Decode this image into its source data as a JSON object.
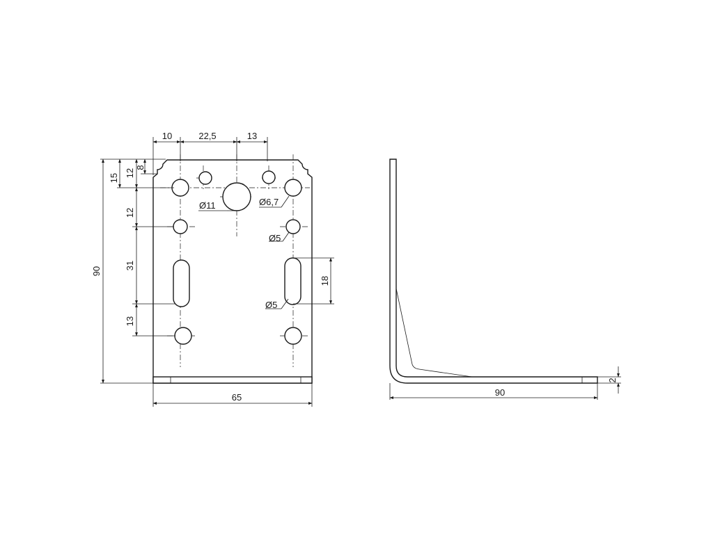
{
  "front_view": {
    "width_label": "65",
    "height_label": "90",
    "top_dims": [
      "10",
      "22,5",
      "13"
    ],
    "left_dims": {
      "d8": "8",
      "d12_top": "12",
      "d15": "15",
      "d12": "12",
      "d31": "31",
      "d13": "13"
    },
    "slot_length_label": "18",
    "callouts": {
      "hole_11": "Ø11",
      "hole_6_7": "Ø6,7",
      "hole_5": "Ø5",
      "slot_5": "Ø5"
    }
  },
  "side_view": {
    "length_label": "90",
    "thickness_label": "2"
  }
}
